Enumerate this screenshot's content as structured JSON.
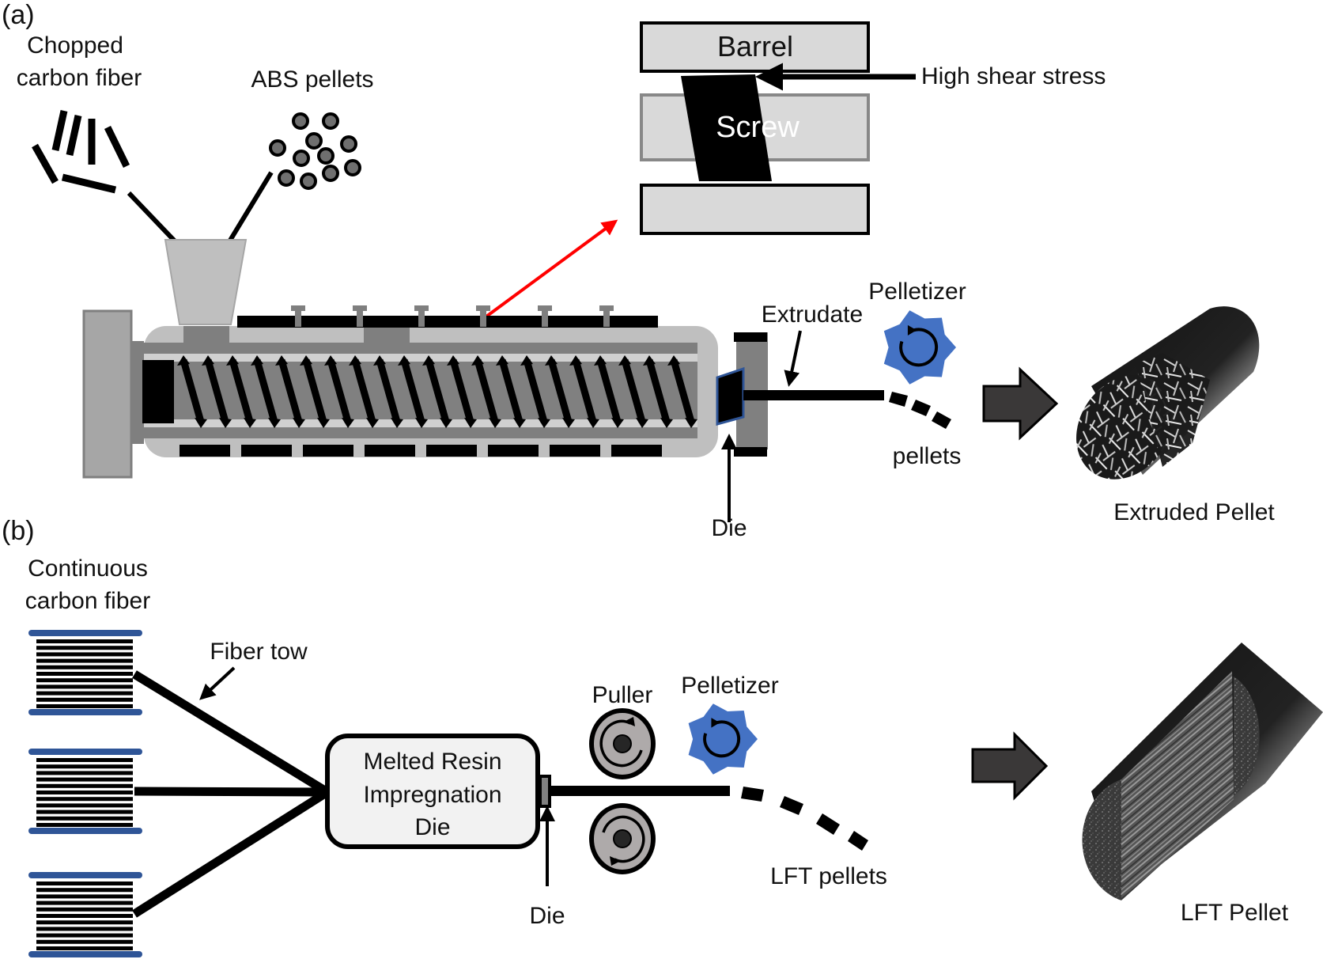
{
  "figure": {
    "panel_a": {
      "label": "(a)",
      "chopped_fiber_label": [
        "Chopped",
        "carbon fiber"
      ],
      "abs_pellets_label": "ABS pellets",
      "inset": {
        "barrel_label": "Barrel",
        "screw_label": "Screw",
        "shear_label": "High shear stress"
      },
      "pelletizer_label": "Pelletizer",
      "extrudate_label": "Extrudate",
      "pellets_label": "pellets",
      "die_label": "Die",
      "product_label": "Extruded Pellet"
    },
    "panel_b": {
      "label": "(b)",
      "continuous_fiber_label": [
        "Continuous",
        "carbon fiber"
      ],
      "fiber_tow_label": "Fiber tow",
      "impregnation_die_label": [
        "Melted Resin",
        "Impregnation",
        "Die"
      ],
      "puller_label": "Puller",
      "pelletizer_label": "Pelletizer",
      "die_label": "Die",
      "pellets_label": "LFT pellets",
      "product_label": "LFT Pellet"
    },
    "colors": {
      "highlight_red": "#ff0000",
      "pelletizer_blue": "#4472c4",
      "spool_blue": "#2f5597",
      "barrel_light": "#c0c0c0",
      "barrel_mid": "#808080",
      "inset_fill": "#d9d9d9",
      "arrow_dark": "#3a3838"
    }
  }
}
